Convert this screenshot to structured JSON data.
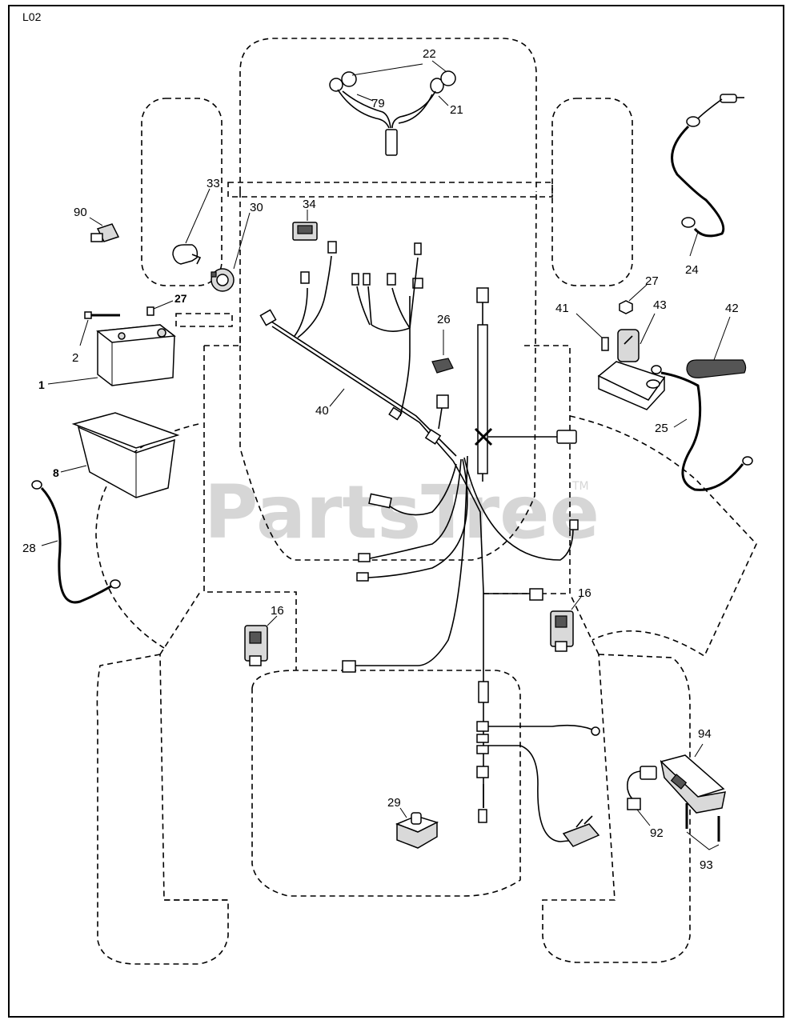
{
  "page": {
    "label": "L02"
  },
  "watermark": {
    "text": "PartsTree",
    "tm": "TM"
  },
  "callouts": {
    "c22": "22",
    "c79": "79",
    "c21": "21",
    "c33": "33",
    "c30": "30",
    "c90": "90",
    "c34": "34",
    "c27a": "27",
    "c27b": "27",
    "c2": "2",
    "c1": "1",
    "c26": "26",
    "c40": "40",
    "c41": "41",
    "c43": "43",
    "c42": "42",
    "c24": "24",
    "c25": "25",
    "c8": "8",
    "c28": "28",
    "c16a": "16",
    "c16b": "16",
    "c29": "29",
    "c94": "94",
    "c92": "92",
    "c93": "93"
  }
}
